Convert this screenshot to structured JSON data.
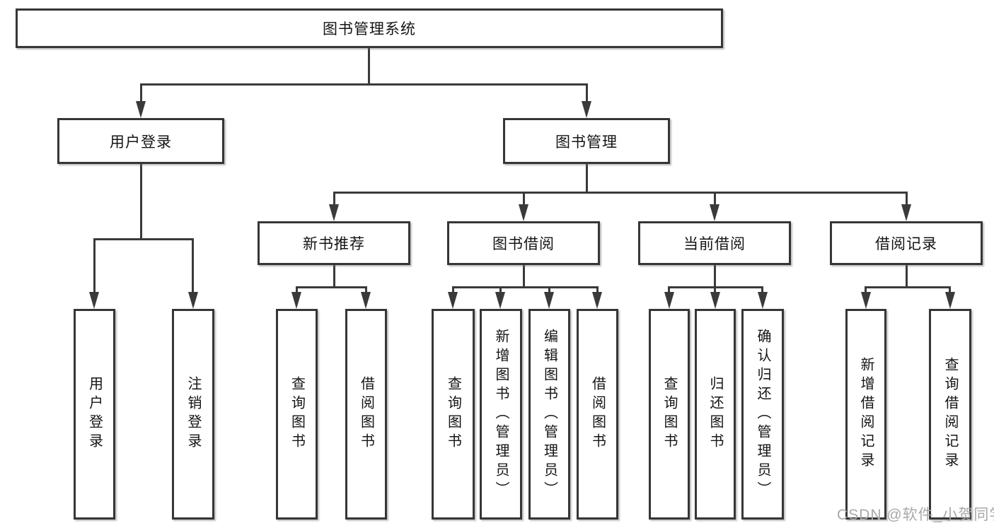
{
  "diagram_type": "hierarchy-tree",
  "colors": {
    "background": "#ffffff",
    "box_border": "#363636",
    "line": "#3a3a3a",
    "text": "#141414",
    "watermark": "#a8a8a8"
  },
  "nodes": {
    "root": "图书管理系统",
    "user_login": "用户登录",
    "book_mgmt": "图书管理",
    "new_book_rec": "新书推荐",
    "book_borrow": "图书借阅",
    "current_borrow": "当前借阅",
    "borrow_record": "借阅记录",
    "leaf_user_login": "用户登录",
    "leaf_logout": "注销登录",
    "leaf_query_book_1": "查询图书",
    "leaf_borrow_book_1": "借阅图书",
    "leaf_query_book_2": "查询图书",
    "leaf_add_book": "新增图书（管理员）",
    "leaf_edit_book": "编辑图书（管理员）",
    "leaf_borrow_book_2": "借阅图书",
    "leaf_query_book_3": "查询图书",
    "leaf_return_book": "归还图书",
    "leaf_confirm_return": "确认归还（管理员）",
    "leaf_add_record": "新增借阅记录",
    "leaf_query_record": "查询借阅记录"
  },
  "tree": {
    "label": "图书管理系统",
    "children": [
      {
        "label": "用户登录",
        "children": [
          {
            "label": "用户登录"
          },
          {
            "label": "注销登录"
          }
        ]
      },
      {
        "label": "图书管理",
        "children": [
          {
            "label": "新书推荐",
            "children": [
              {
                "label": "查询图书"
              },
              {
                "label": "借阅图书"
              }
            ]
          },
          {
            "label": "图书借阅",
            "children": [
              {
                "label": "查询图书"
              },
              {
                "label": "新增图书（管理员）"
              },
              {
                "label": "编辑图书（管理员）"
              },
              {
                "label": "借阅图书"
              }
            ]
          },
          {
            "label": "当前借阅",
            "children": [
              {
                "label": "查询图书"
              },
              {
                "label": "归还图书"
              },
              {
                "label": "确认归还（管理员）"
              }
            ]
          },
          {
            "label": "借阅记录",
            "children": [
              {
                "label": "新增借阅记录"
              },
              {
                "label": "查询借阅记录"
              }
            ]
          }
        ]
      }
    ]
  },
  "watermark": "CSDN @软件_小贺同学"
}
